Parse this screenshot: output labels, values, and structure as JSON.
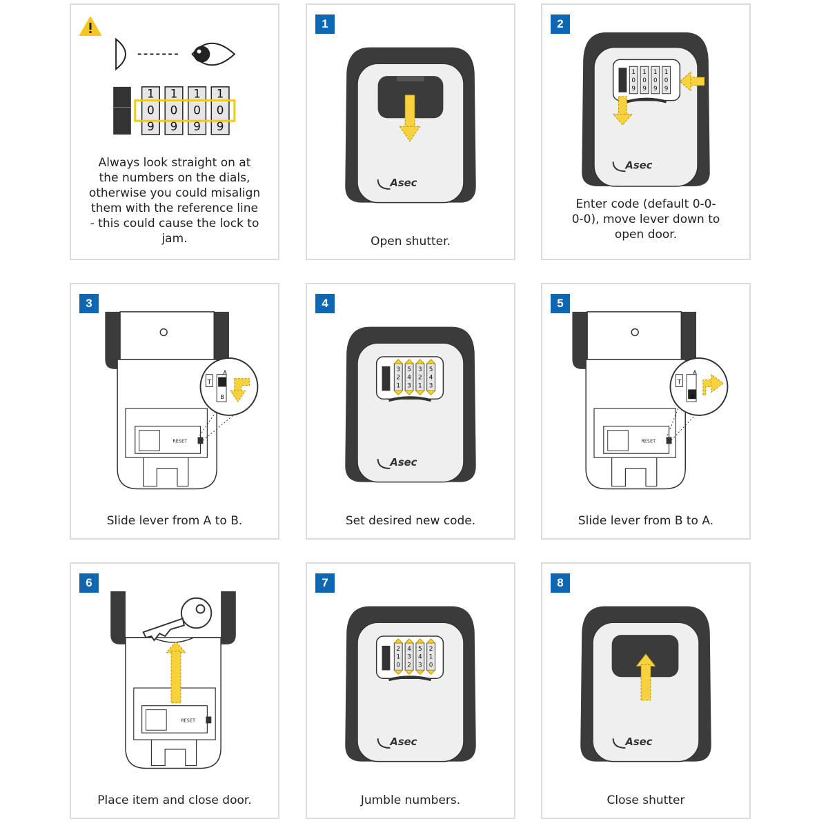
{
  "colors": {
    "badge_blue": "#0f67b1",
    "arrow_yellow": "#f7d23e",
    "warn_yellow": "#f3c623",
    "housing_dark": "#3b3b3b",
    "face_light": "#efefef"
  },
  "warning": {
    "icon": "warning-triangle-icon",
    "dial_numbers": [
      "1",
      "1",
      "1",
      "1",
      "0",
      "0",
      "0",
      "0",
      "9",
      "9",
      "9",
      "9"
    ],
    "text": "Always look straight on at the numbers on the dials, otherwise you could misalign them with the reference line - this could cause the lock to jam."
  },
  "steps": [
    {
      "number": "1",
      "caption": "Open shutter."
    },
    {
      "number": "2",
      "caption": "Enter code (default 0-0-0-0), move lever down to open door."
    },
    {
      "number": "3",
      "caption": "Slide lever from A to B."
    },
    {
      "number": "4",
      "caption": "Set desired new code."
    },
    {
      "number": "5",
      "caption": "Slide lever from B to A."
    },
    {
      "number": "6",
      "caption": "Place item and close door."
    },
    {
      "number": "7",
      "caption": "Jumble numbers."
    },
    {
      "number": "8",
      "caption": "Close shutter"
    }
  ],
  "labels": {
    "brand": "Asec",
    "reset": "RESET",
    "lever_a": "A",
    "lever_b": "B",
    "lever_t": "T"
  },
  "dials": {
    "step2": [
      "1",
      "0",
      "9",
      "1",
      "0",
      "9",
      "1",
      "0",
      "9",
      "1",
      "0",
      "9"
    ],
    "step4": [
      "3",
      "2",
      "1",
      "5",
      "4",
      "3",
      "3",
      "2",
      "1",
      "5",
      "4",
      "3"
    ],
    "step7": [
      "2",
      "1",
      "0",
      "4",
      "3",
      "2",
      "5",
      "4",
      "3",
      "2",
      "1",
      "0"
    ]
  }
}
